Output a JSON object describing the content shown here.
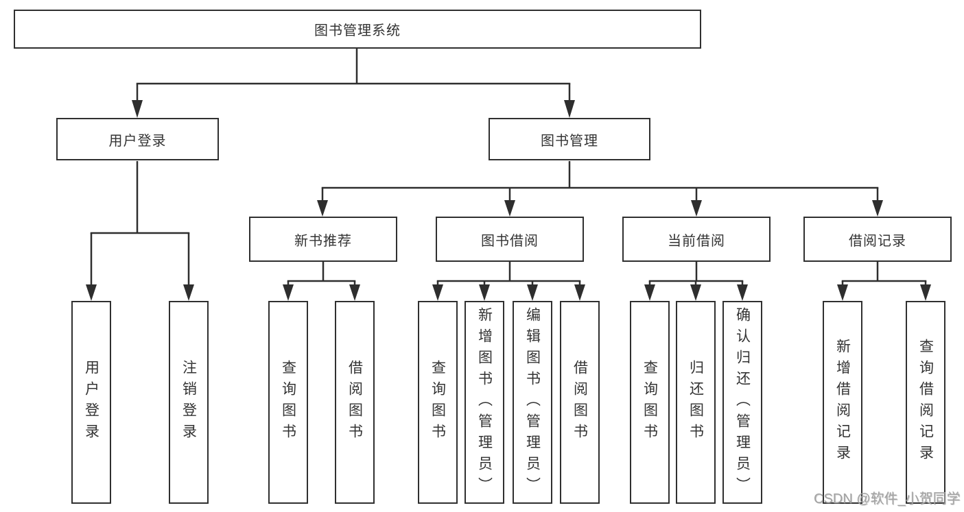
{
  "diagram_type": "tree",
  "colors": {
    "line": "#2e2e2e",
    "box_border": "#2f2f2f",
    "box_fill": "#ffffff",
    "text": "#333333",
    "watermark": "#a3a3a3",
    "background": "#ffffff"
  },
  "watermark": {
    "text": "CSDN @软件_小贺同学"
  },
  "tree": {
    "label": "图书管理系统",
    "children": [
      {
        "label": "用户登录",
        "children": [
          {
            "label": "用户登录"
          },
          {
            "label": "注销登录"
          }
        ]
      },
      {
        "label": "图书管理",
        "children": [
          {
            "label": "新书推荐",
            "children": [
              {
                "label": "查询图书"
              },
              {
                "label": "借阅图书"
              }
            ]
          },
          {
            "label": "图书借阅",
            "children": [
              {
                "label": "查询图书"
              },
              {
                "label": "新增图书（管理员）"
              },
              {
                "label": "编辑图书（管理员）"
              },
              {
                "label": "借阅图书"
              }
            ]
          },
          {
            "label": "当前借阅",
            "children": [
              {
                "label": "查询图书"
              },
              {
                "label": "归还图书"
              },
              {
                "label": "确认归还（管理员）"
              }
            ]
          },
          {
            "label": "借阅记录",
            "children": [
              {
                "label": "新增借阅记录"
              },
              {
                "label": "查询借阅记录"
              }
            ]
          }
        ]
      }
    ]
  }
}
